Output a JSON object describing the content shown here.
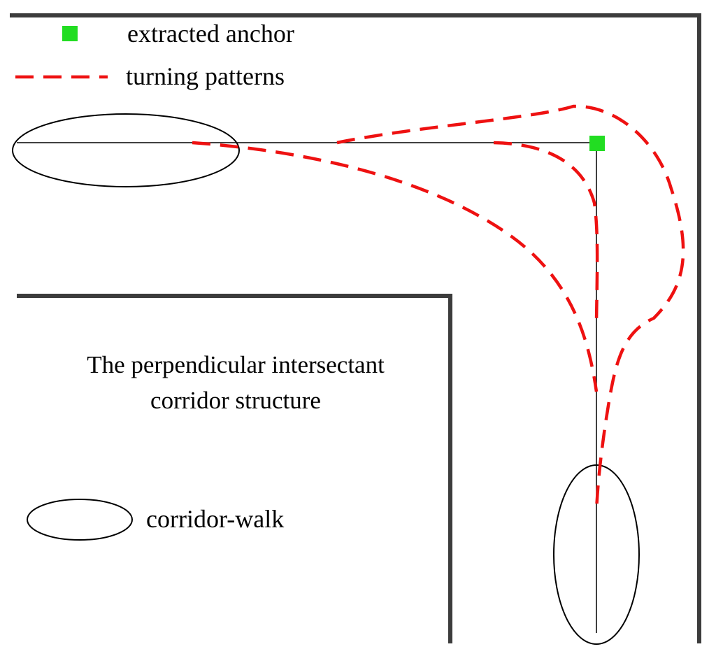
{
  "legend": {
    "anchor_label": "extracted anchor",
    "turning_label": "turning patterns",
    "corridor_walk_label": "corridor-walk"
  },
  "caption": {
    "line1": "The perpendicular intersectant",
    "line2": "corridor structure"
  },
  "colors": {
    "wall": "#3c3c3c",
    "centerline": "#000000",
    "turning": "#ee1111",
    "anchor": "#22dd22",
    "ellipse": "#000000"
  }
}
